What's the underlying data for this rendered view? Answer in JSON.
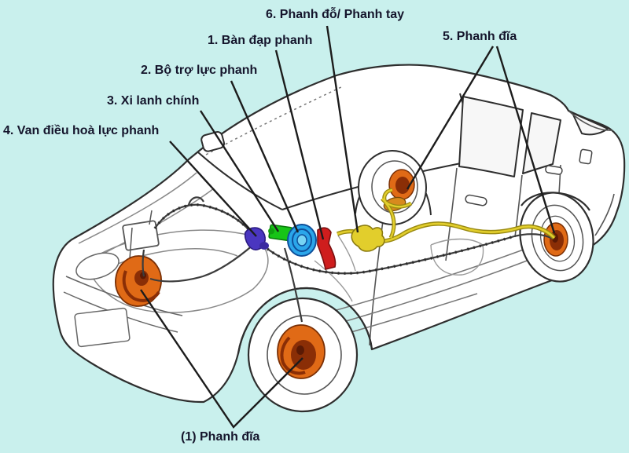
{
  "background_color": "#c9f0ed",
  "outline_color": "#2e2e2e",
  "label_text_color": "#15152c",
  "labels": {
    "l1": {
      "text": "1. Bàn đạp phanh"
    },
    "l2": {
      "text": "2. Bộ trợ lực phanh"
    },
    "l3": {
      "text": "3. Xi lanh chính"
    },
    "l4": {
      "text": "4. Van điều hoà lực phanh"
    },
    "l5": {
      "text": "5. Phanh đĩa"
    },
    "l6": {
      "text": "6. Phanh đỗ/ Phanh tay"
    },
    "b1": {
      "text": "(1) Phanh đĩa"
    }
  },
  "components": {
    "disc_brake": {
      "name": "disc-brake-rotor",
      "color": "#e06a16",
      "inner_color": "#8a2e06"
    },
    "brake_pedal": {
      "name": "brake-pedal",
      "color": "#cf1d1d"
    },
    "brake_booster": {
      "name": "brake-booster",
      "color": "#2ba6ea"
    },
    "master_cylinder": {
      "name": "master-cylinder",
      "color": "#17c417"
    },
    "proportioning_valve": {
      "name": "brake-force-regulating-valve",
      "color": "#4a36c0"
    },
    "parking_brake_cable": {
      "name": "parking-brake-cable",
      "color": "#e2ce2c"
    },
    "brake_line": {
      "name": "brake-line",
      "color": "#3c3c3c"
    }
  }
}
